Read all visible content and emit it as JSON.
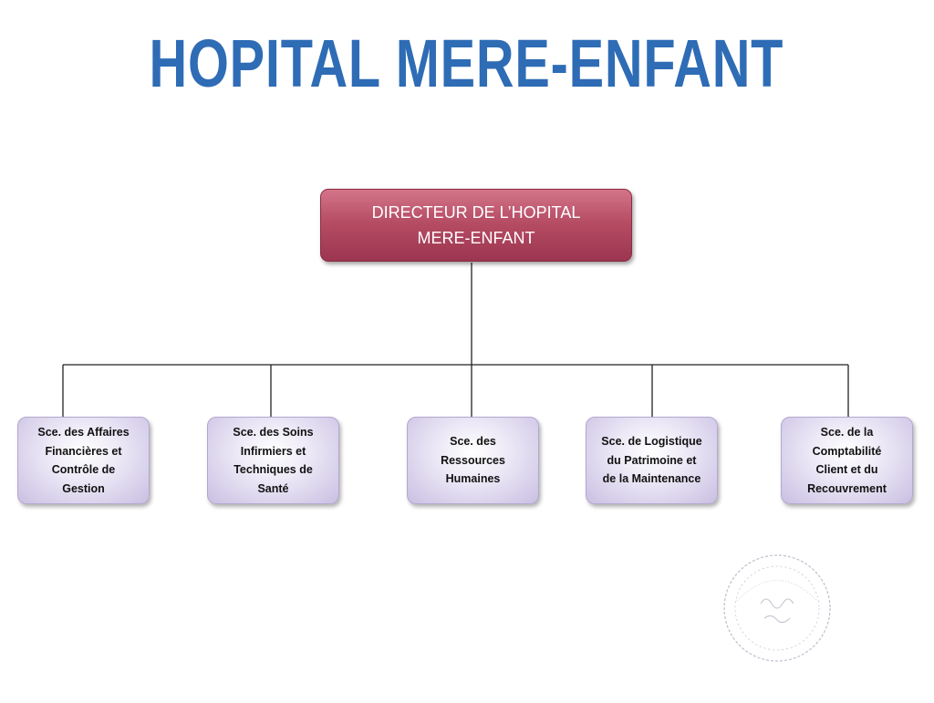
{
  "title": "HOPITAL MERE-ENFANT",
  "colors": {
    "title": "#2e6cb5",
    "director_fill": "#b64d64",
    "service_fill": "#ece8f6",
    "connector": "#222222"
  },
  "director": {
    "lines": [
      "DIRECTEUR DE L’HOPITAL",
      "MERE-ENFANT"
    ]
  },
  "services": [
    {
      "lines": [
        "Sce. des Affaires",
        "Financières et",
        "Contrôle de",
        "Gestion"
      ]
    },
    {
      "lines": [
        "Sce. des Soins",
        "Infirmiers et",
        "Techniques de",
        "Santé"
      ]
    },
    {
      "lines": [
        "Sce. des",
        "Ressources",
        "Humaines"
      ]
    },
    {
      "lines": [
        "Sce. de Logistique",
        "du Patrimoine et",
        "de la Maintenance"
      ]
    },
    {
      "lines": [
        "Sce. de la",
        "Comptabilité",
        "Client et du",
        "Recouvrement"
      ]
    }
  ]
}
